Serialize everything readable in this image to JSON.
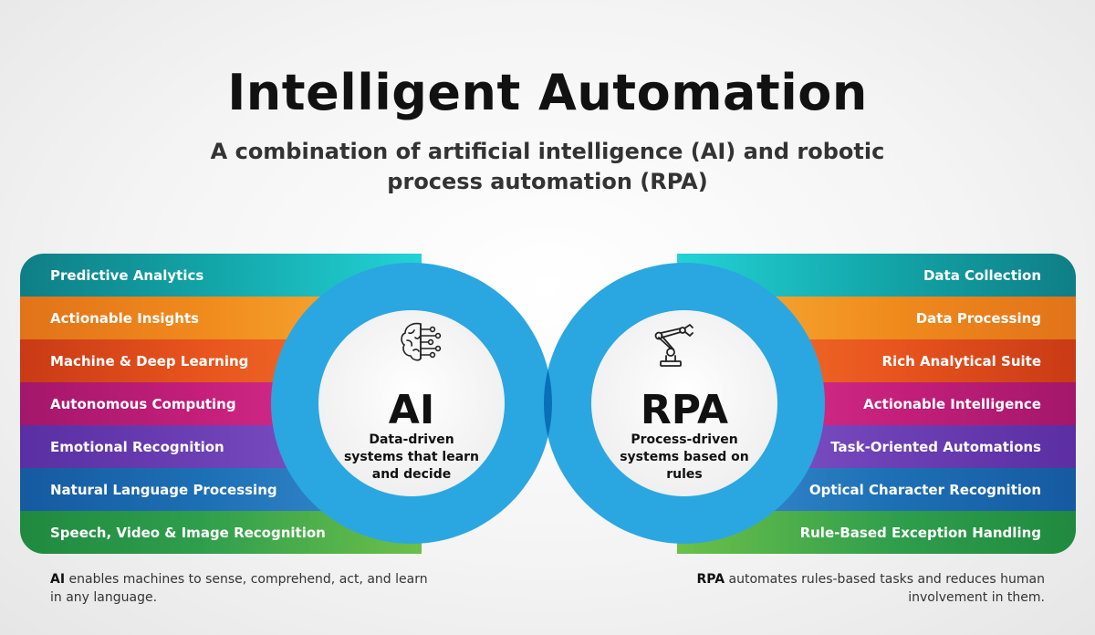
{
  "title": "Intelligent Automation",
  "subtitle": "A combination of artificial intelligence (AI) and robotic process automation (RPA)",
  "colors": {
    "ring": "#2aa7e1",
    "overlap": "#0a6fb8",
    "bands": [
      "#12a3a6",
      "#f08a1c",
      "#e8541e",
      "#c41f7a",
      "#6c3fb5",
      "#1d6fb5",
      "#2f9e4c"
    ]
  },
  "ai": {
    "label": "AI",
    "description": "Data-driven systems that learn and decide",
    "icon": "brain-circuit-icon",
    "capabilities": [
      "Predictive Analytics",
      "Actionable Insights",
      "Machine & Deep Learning",
      "Autonomous Computing",
      "Emotional Recognition",
      "Natural Language Processing",
      "Speech, Video & Image Recognition"
    ],
    "footnote_bold": "AI",
    "footnote_text": " enables machines to sense, comprehend, act, and learn in any language."
  },
  "rpa": {
    "label": "RPA",
    "description": "Process-driven systems based on rules",
    "icon": "robotic-arm-icon",
    "capabilities": [
      "Data Collection",
      "Data Processing",
      "Rich Analytical Suite",
      "Actionable Intelligence",
      "Task-Oriented Automations",
      "Optical Character Recognition",
      "Rule-Based Exception Handling"
    ],
    "footnote_bold": "RPA",
    "footnote_text": " automates rules-based tasks and reduces human involvement in them."
  }
}
